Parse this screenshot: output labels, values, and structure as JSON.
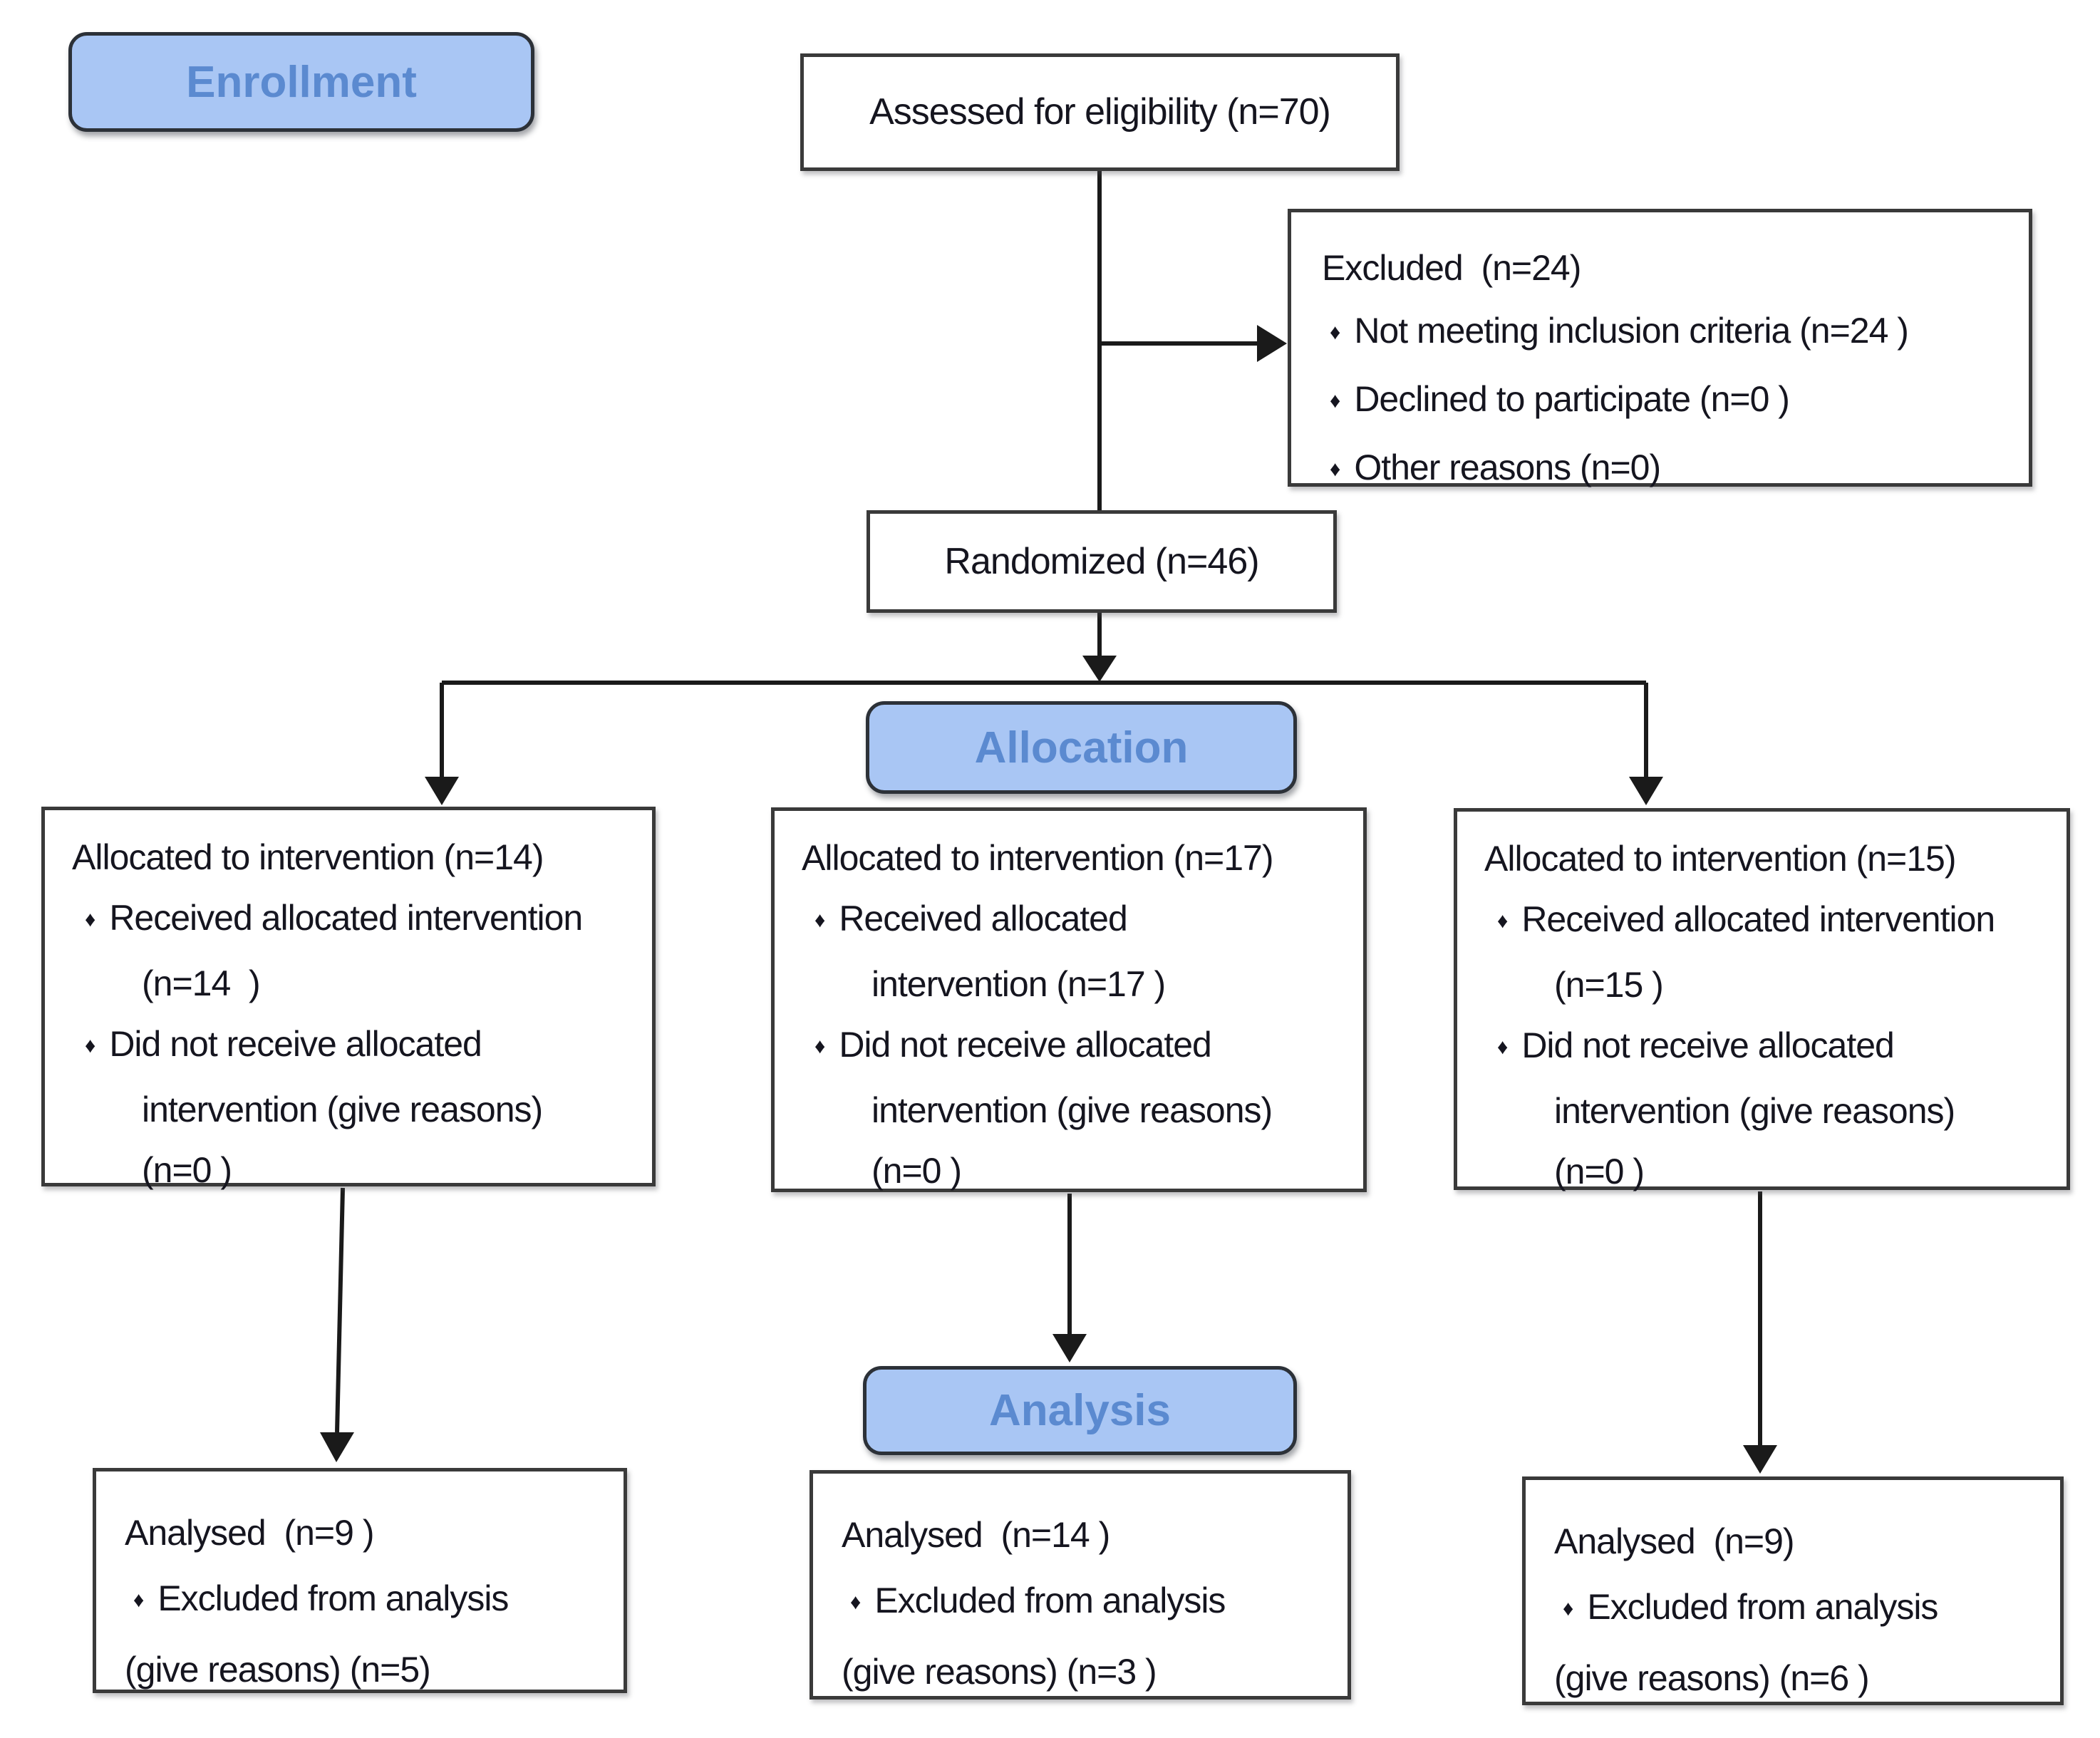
{
  "palette": {
    "label_fill": "#a9c6f4",
    "label_text": "#5b8ad0",
    "label_border": "#2c3138",
    "box_border": "#3a3a3a",
    "text": "#15151f",
    "line": "#1a1a1a"
  },
  "icons": {
    "bullet": "♦"
  },
  "stages": {
    "enrollment": "Enrollment",
    "allocation": "Allocation",
    "analysis": "Analysis"
  },
  "boxes": {
    "assessed": {
      "text": "Assessed for eligibility (n=70)"
    },
    "excluded": {
      "title": "Excluded  (n=24)",
      "bullets": [
        "Not meeting inclusion criteria (n=24 )",
        "Declined to participate (n=0 )",
        "Other reasons (n=0)"
      ]
    },
    "randomized": {
      "text": "Randomized (n=46)"
    },
    "alloc_left": {
      "title": "Allocated to intervention (n=14)",
      "b1_l1": "Received allocated intervention",
      "b1_l2": "(n=14  )",
      "b2_l1": "Did not receive allocated",
      "b2_l2": "intervention (give reasons)",
      "b2_l3": "(n=0 )"
    },
    "alloc_mid": {
      "title": "Allocated to intervention (n=17)",
      "b1_l1": "Received allocated",
      "b1_l2": "intervention (n=17 )",
      "b2_l1": "Did not receive allocated",
      "b2_l2": "intervention (give reasons)",
      "b2_l3": "(n=0 )"
    },
    "alloc_right": {
      "title": "Allocated to intervention (n=15)",
      "b1_l1": "Received allocated intervention",
      "b1_l2": "(n=15 )",
      "b2_l1": "Did not receive allocated",
      "b2_l2": "intervention (give reasons)",
      "b2_l3": "(n=0 )"
    },
    "analysis_left": {
      "title": "Analysed  (n=9 )",
      "bullet": "Excluded from analysis",
      "cont": "(give reasons) (n=5)"
    },
    "analysis_mid": {
      "title": "Analysed  (n=14 )",
      "bullet": "Excluded from analysis",
      "cont": "(give reasons) (n=3 )"
    },
    "analysis_right": {
      "title": "Analysed  (n=9)",
      "bullet": "Excluded from analysis",
      "cont": "(give reasons) (n=6 )"
    }
  }
}
